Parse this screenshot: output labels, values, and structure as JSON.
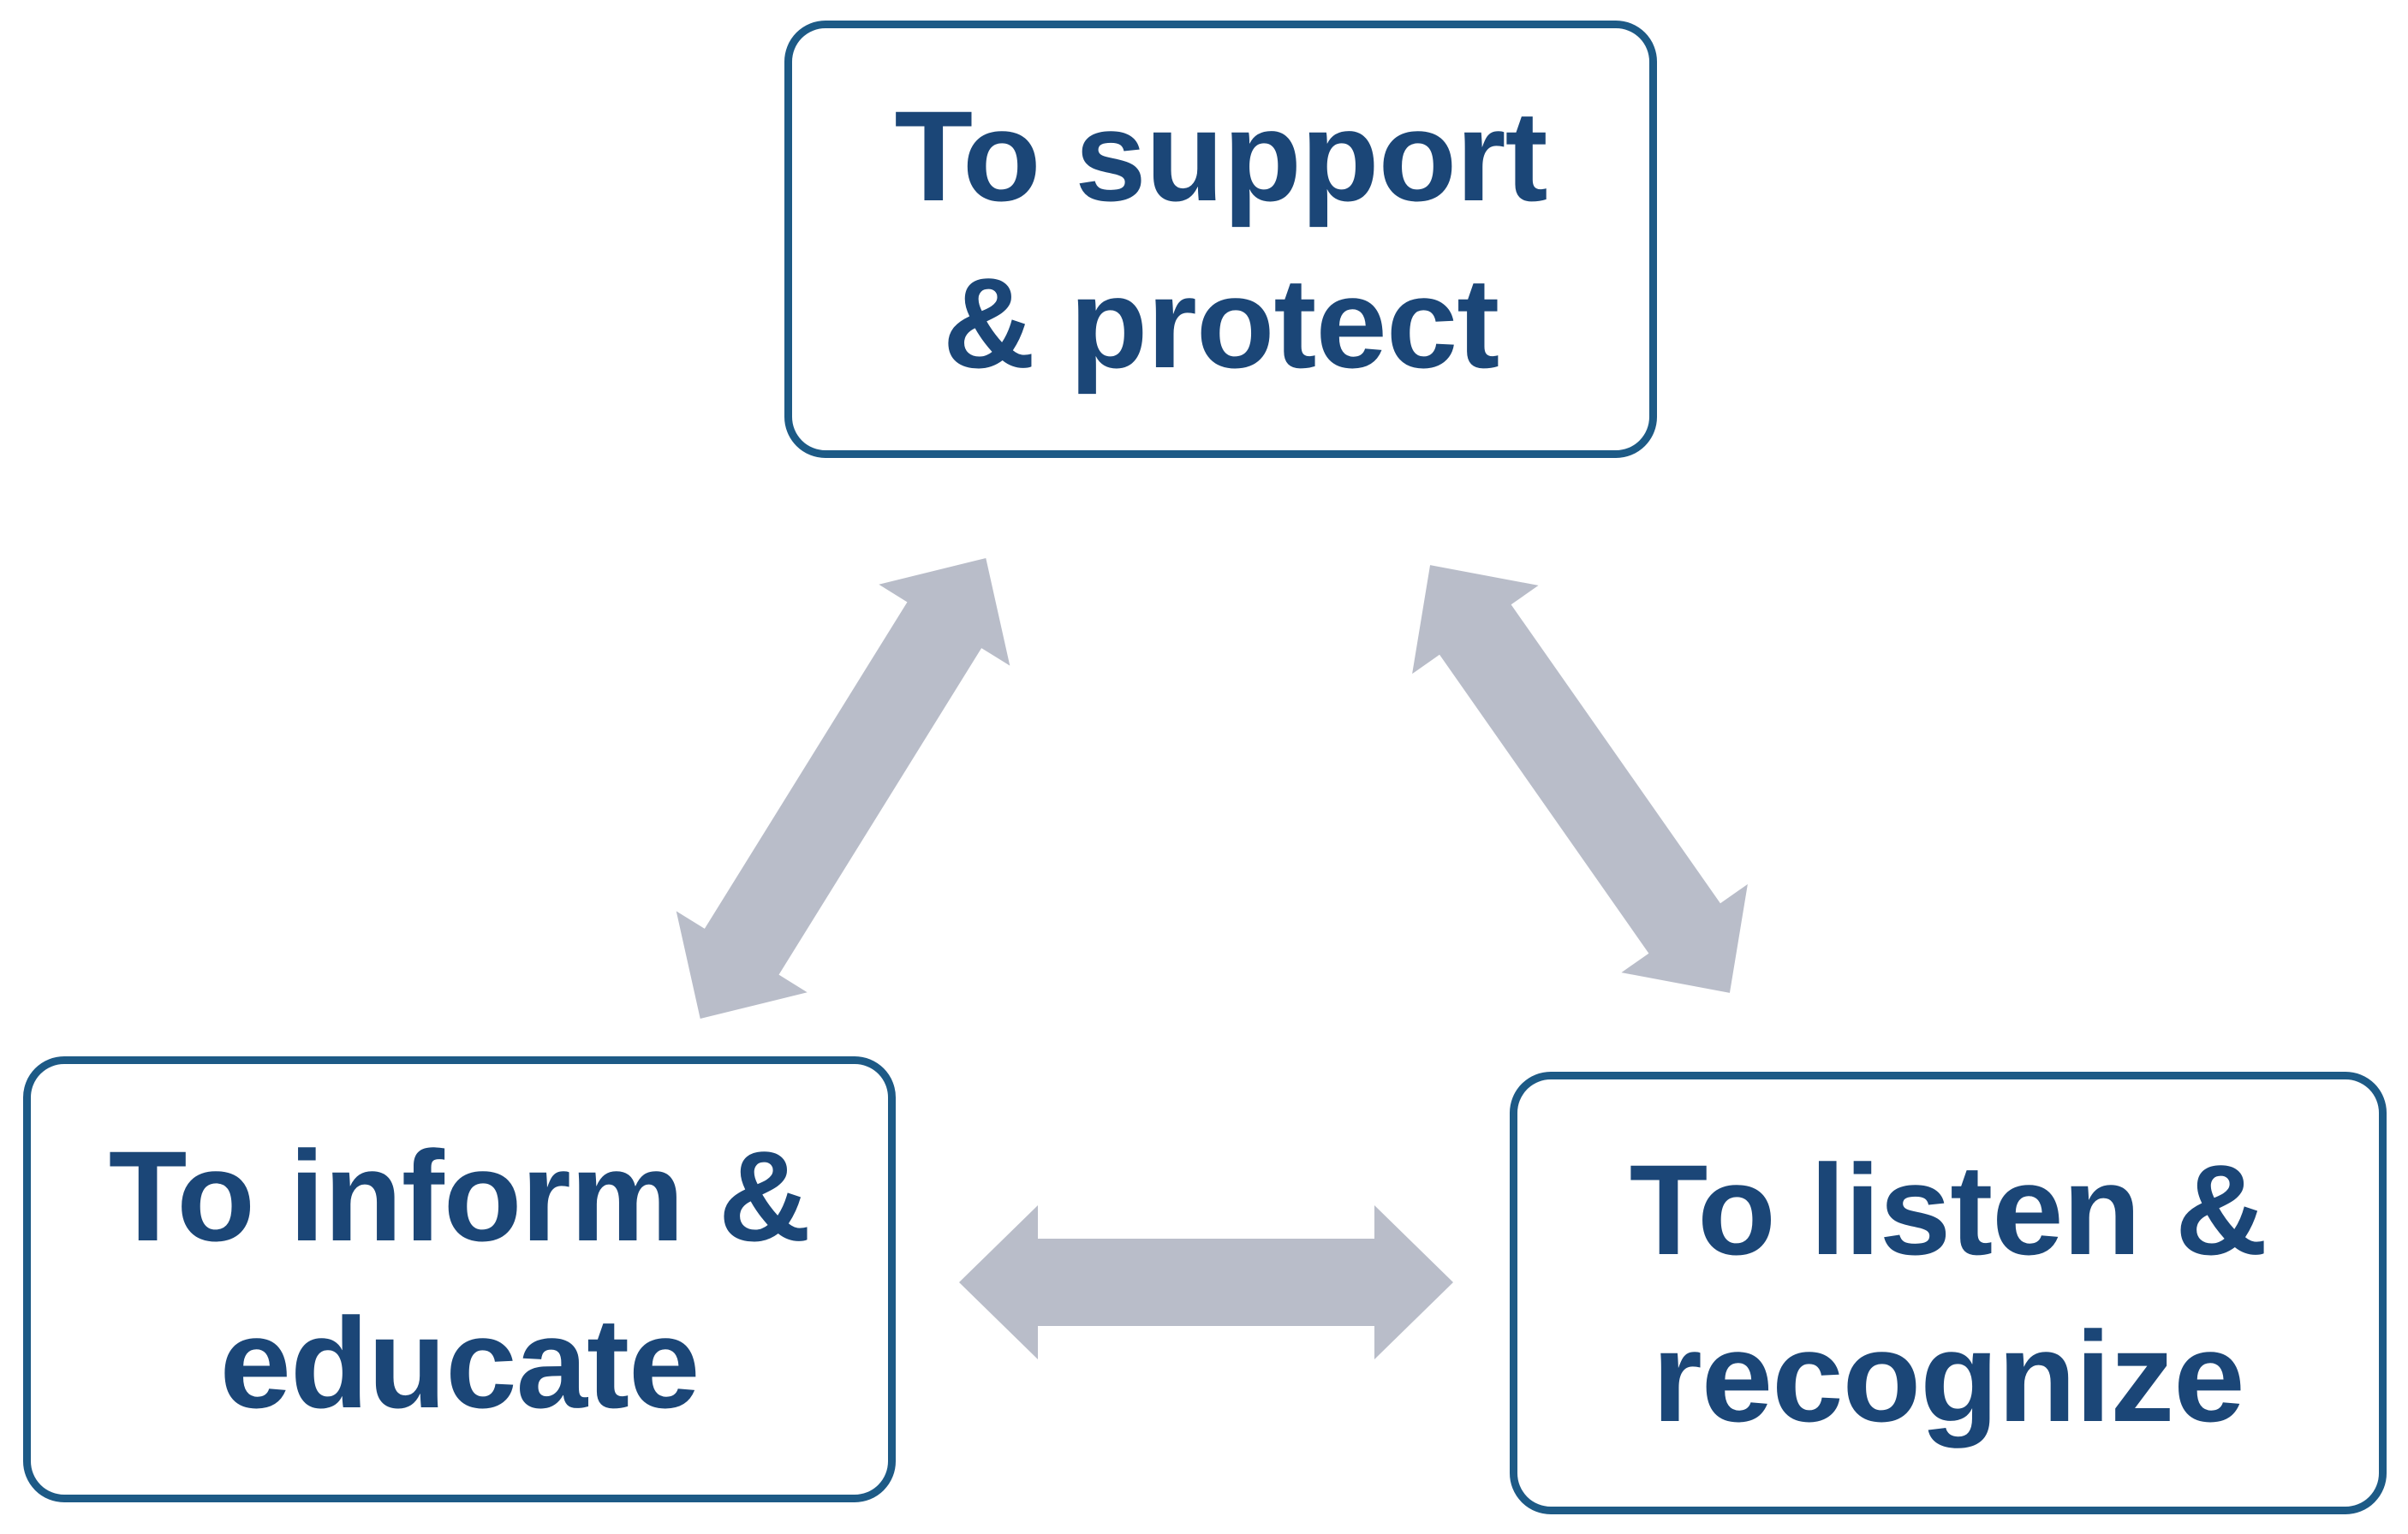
{
  "diagram": {
    "nodes": [
      {
        "id": "support-protect",
        "line1": "To support",
        "line2": "& protect"
      },
      {
        "id": "inform-educate",
        "line1": "To inform &",
        "line2": "educate"
      },
      {
        "id": "listen-recognize",
        "line1": "To listen &",
        "line2": "recognize"
      }
    ],
    "connectors": [
      {
        "id": "support-inform",
        "type": "double-headed-arrow",
        "from": "To support & protect",
        "to": "To inform & educate"
      },
      {
        "id": "support-listen",
        "type": "double-headed-arrow",
        "from": "To support & protect",
        "to": "To listen & recognize"
      },
      {
        "id": "inform-listen",
        "type": "double-headed-arrow",
        "from": "To inform & educate",
        "to": "To listen & recognize"
      }
    ],
    "colors": {
      "background": "#ffffff",
      "box_border": "#1d5a86",
      "box_fill": "#ffffff",
      "text": "#1b4677",
      "arrow": "#b9bdc9"
    }
  }
}
